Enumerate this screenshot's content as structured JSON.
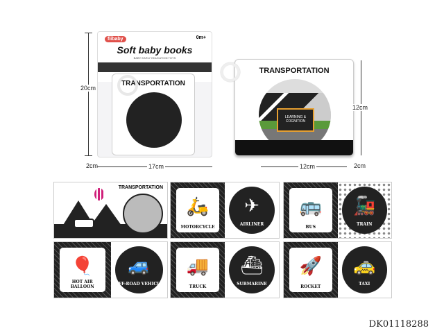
{
  "package": {
    "brand": "fiibaby",
    "age": "0m+",
    "title": "Soft baby books",
    "subtitle": "BABY EARLY EDUCATION TOYS",
    "inner_title": "TRANSPORTATION"
  },
  "book": {
    "title": "TRANSPORTATION",
    "sign": "LEARNING & COGNITION"
  },
  "dimensions": {
    "pack_height": "20cm",
    "pack_width": "17cm",
    "pack_depth": "2cm",
    "book_height": "12cm",
    "book_width": "12cm",
    "book_depth": "2cm"
  },
  "pages": [
    {
      "cover": "TRANSPORTATION"
    },
    {
      "left": "MOTORCYCLE",
      "right": "AIRLINER"
    },
    {
      "left": "BUS",
      "right": "TRAIN"
    },
    {
      "left": "HOT AIR BALLOON",
      "right": "OFF-ROAD VEHICLE"
    },
    {
      "left": "TRUCK",
      "right": "SUBMARINE"
    },
    {
      "left": "ROCKET",
      "right": "TAXI"
    }
  ],
  "product_code": "DK01118288"
}
